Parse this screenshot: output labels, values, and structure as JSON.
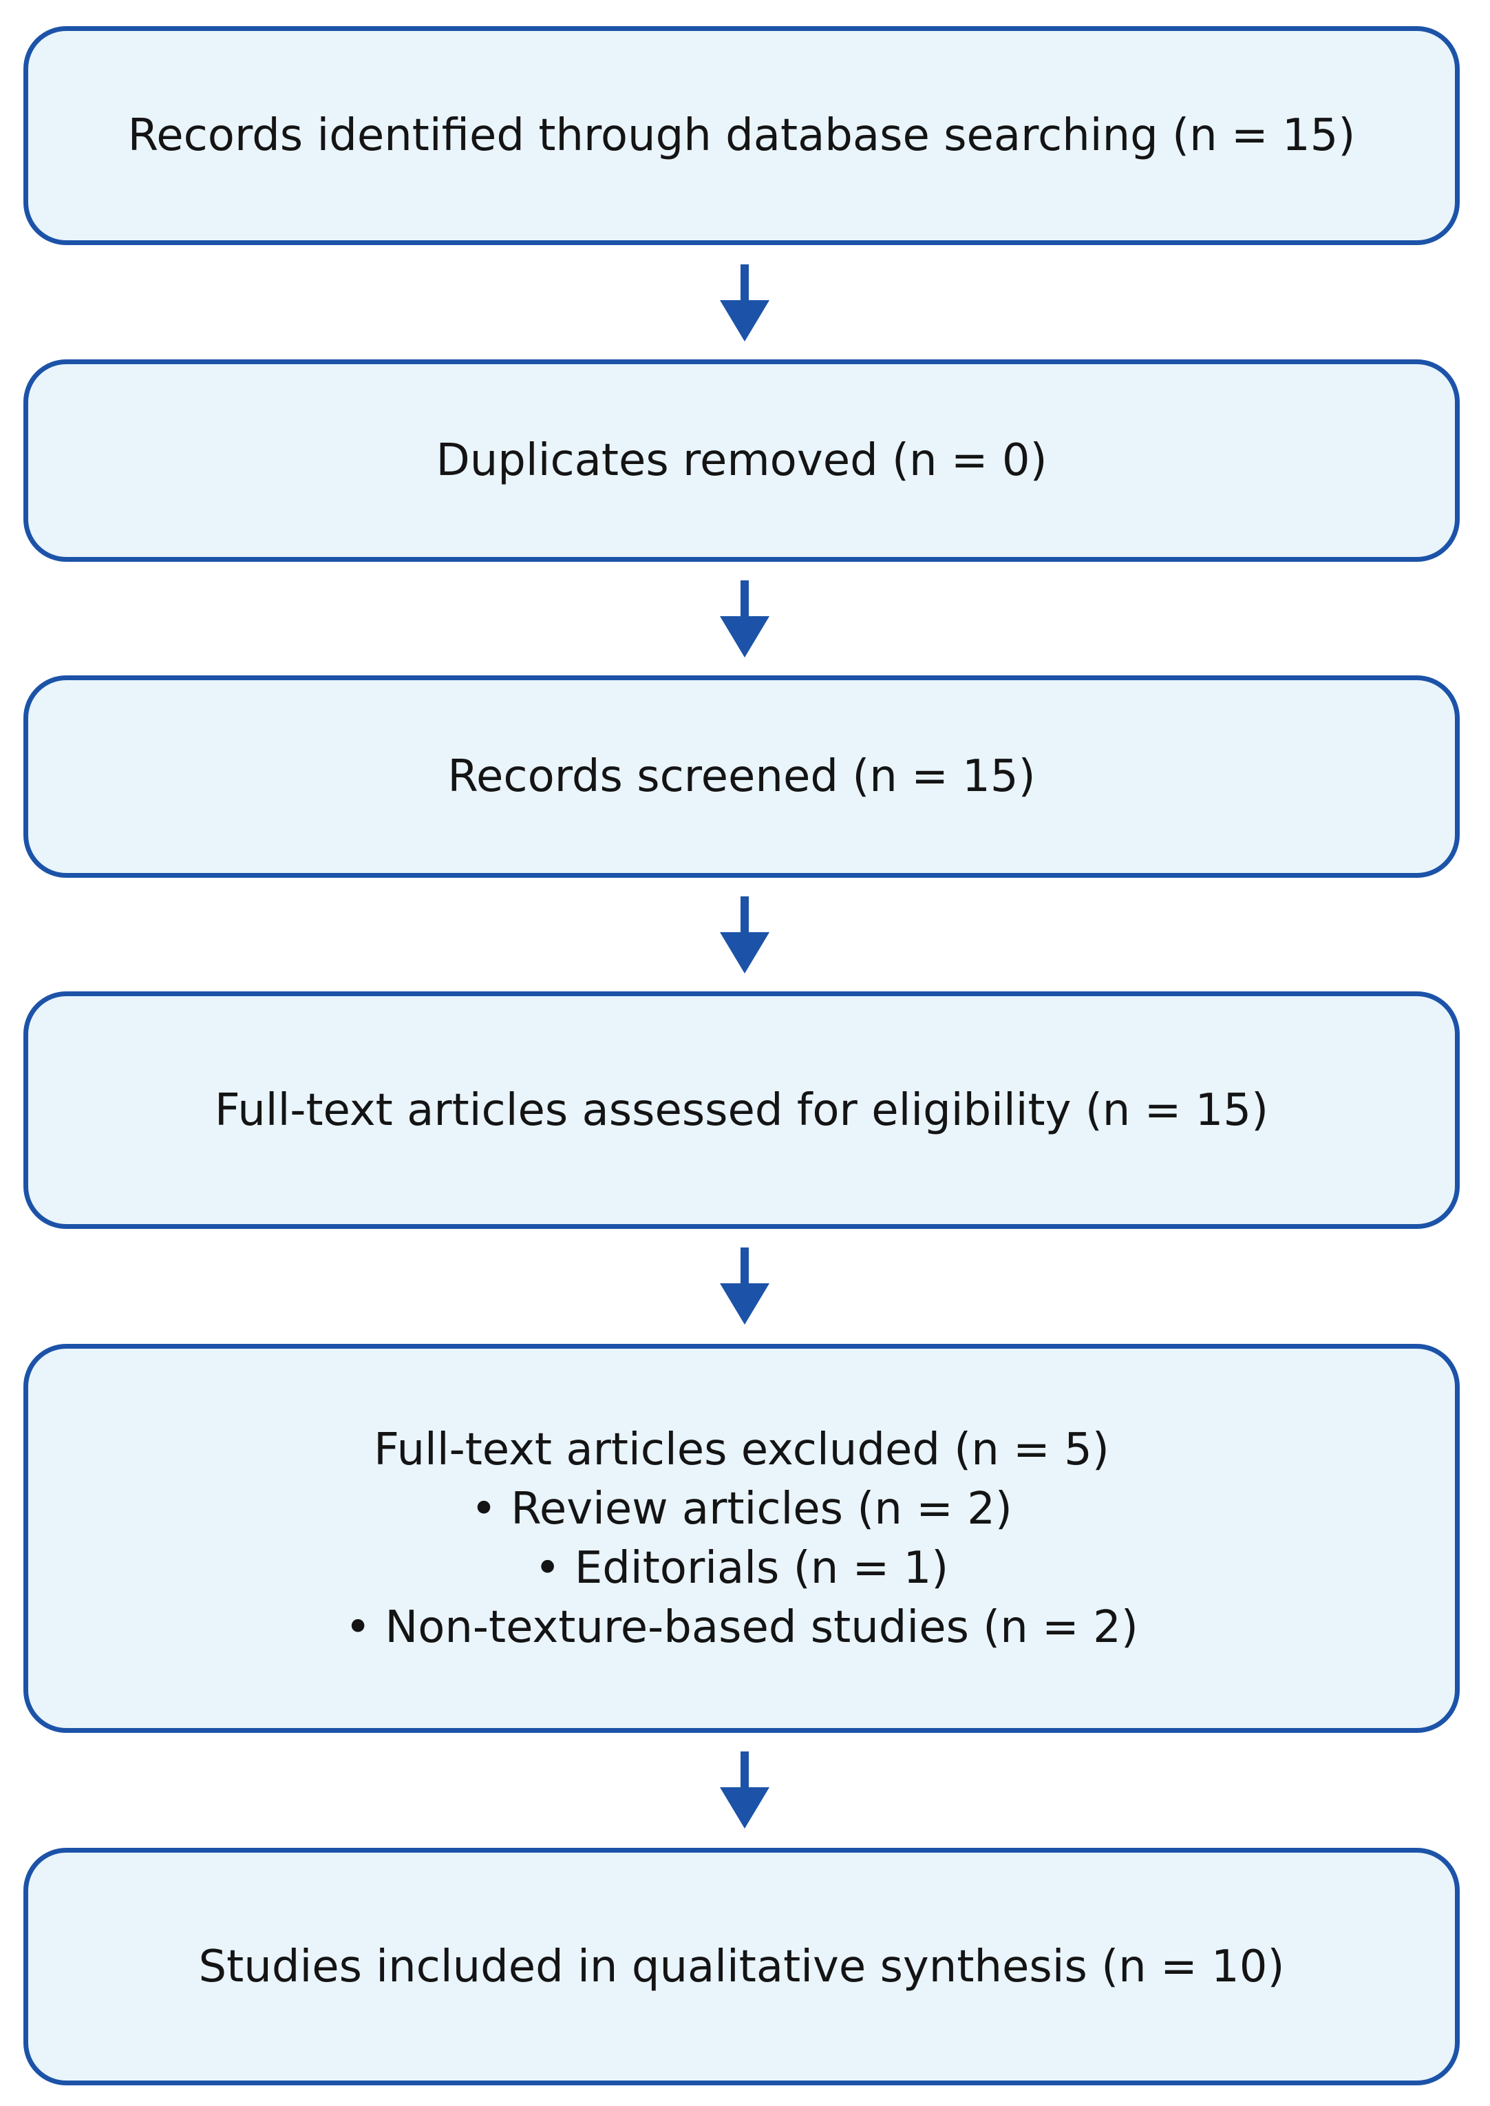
{
  "flowchart": {
    "boxes": [
      {
        "lines": [
          "Records identified through database searching (n = 15)"
        ]
      },
      {
        "lines": [
          "Duplicates removed (n = 0)"
        ]
      },
      {
        "lines": [
          "Records screened (n = 15)"
        ]
      },
      {
        "lines": [
          "Full-text articles assessed for eligibility (n = 15)"
        ]
      },
      {
        "lines": [
          "Full-text articles excluded (n = 5)",
          "• Review articles (n = 2)",
          "• Editorials (n = 1)",
          "• Non-texture-based studies (n = 2)"
        ]
      },
      {
        "lines": [
          "Studies included in qualitative synthesis (n = 10)"
        ]
      }
    ]
  },
  "colors": {
    "box_border": "#1c53a8",
    "box_fill": "#e9f4fb",
    "arrow": "#1c53a8",
    "text": "#141414"
  }
}
